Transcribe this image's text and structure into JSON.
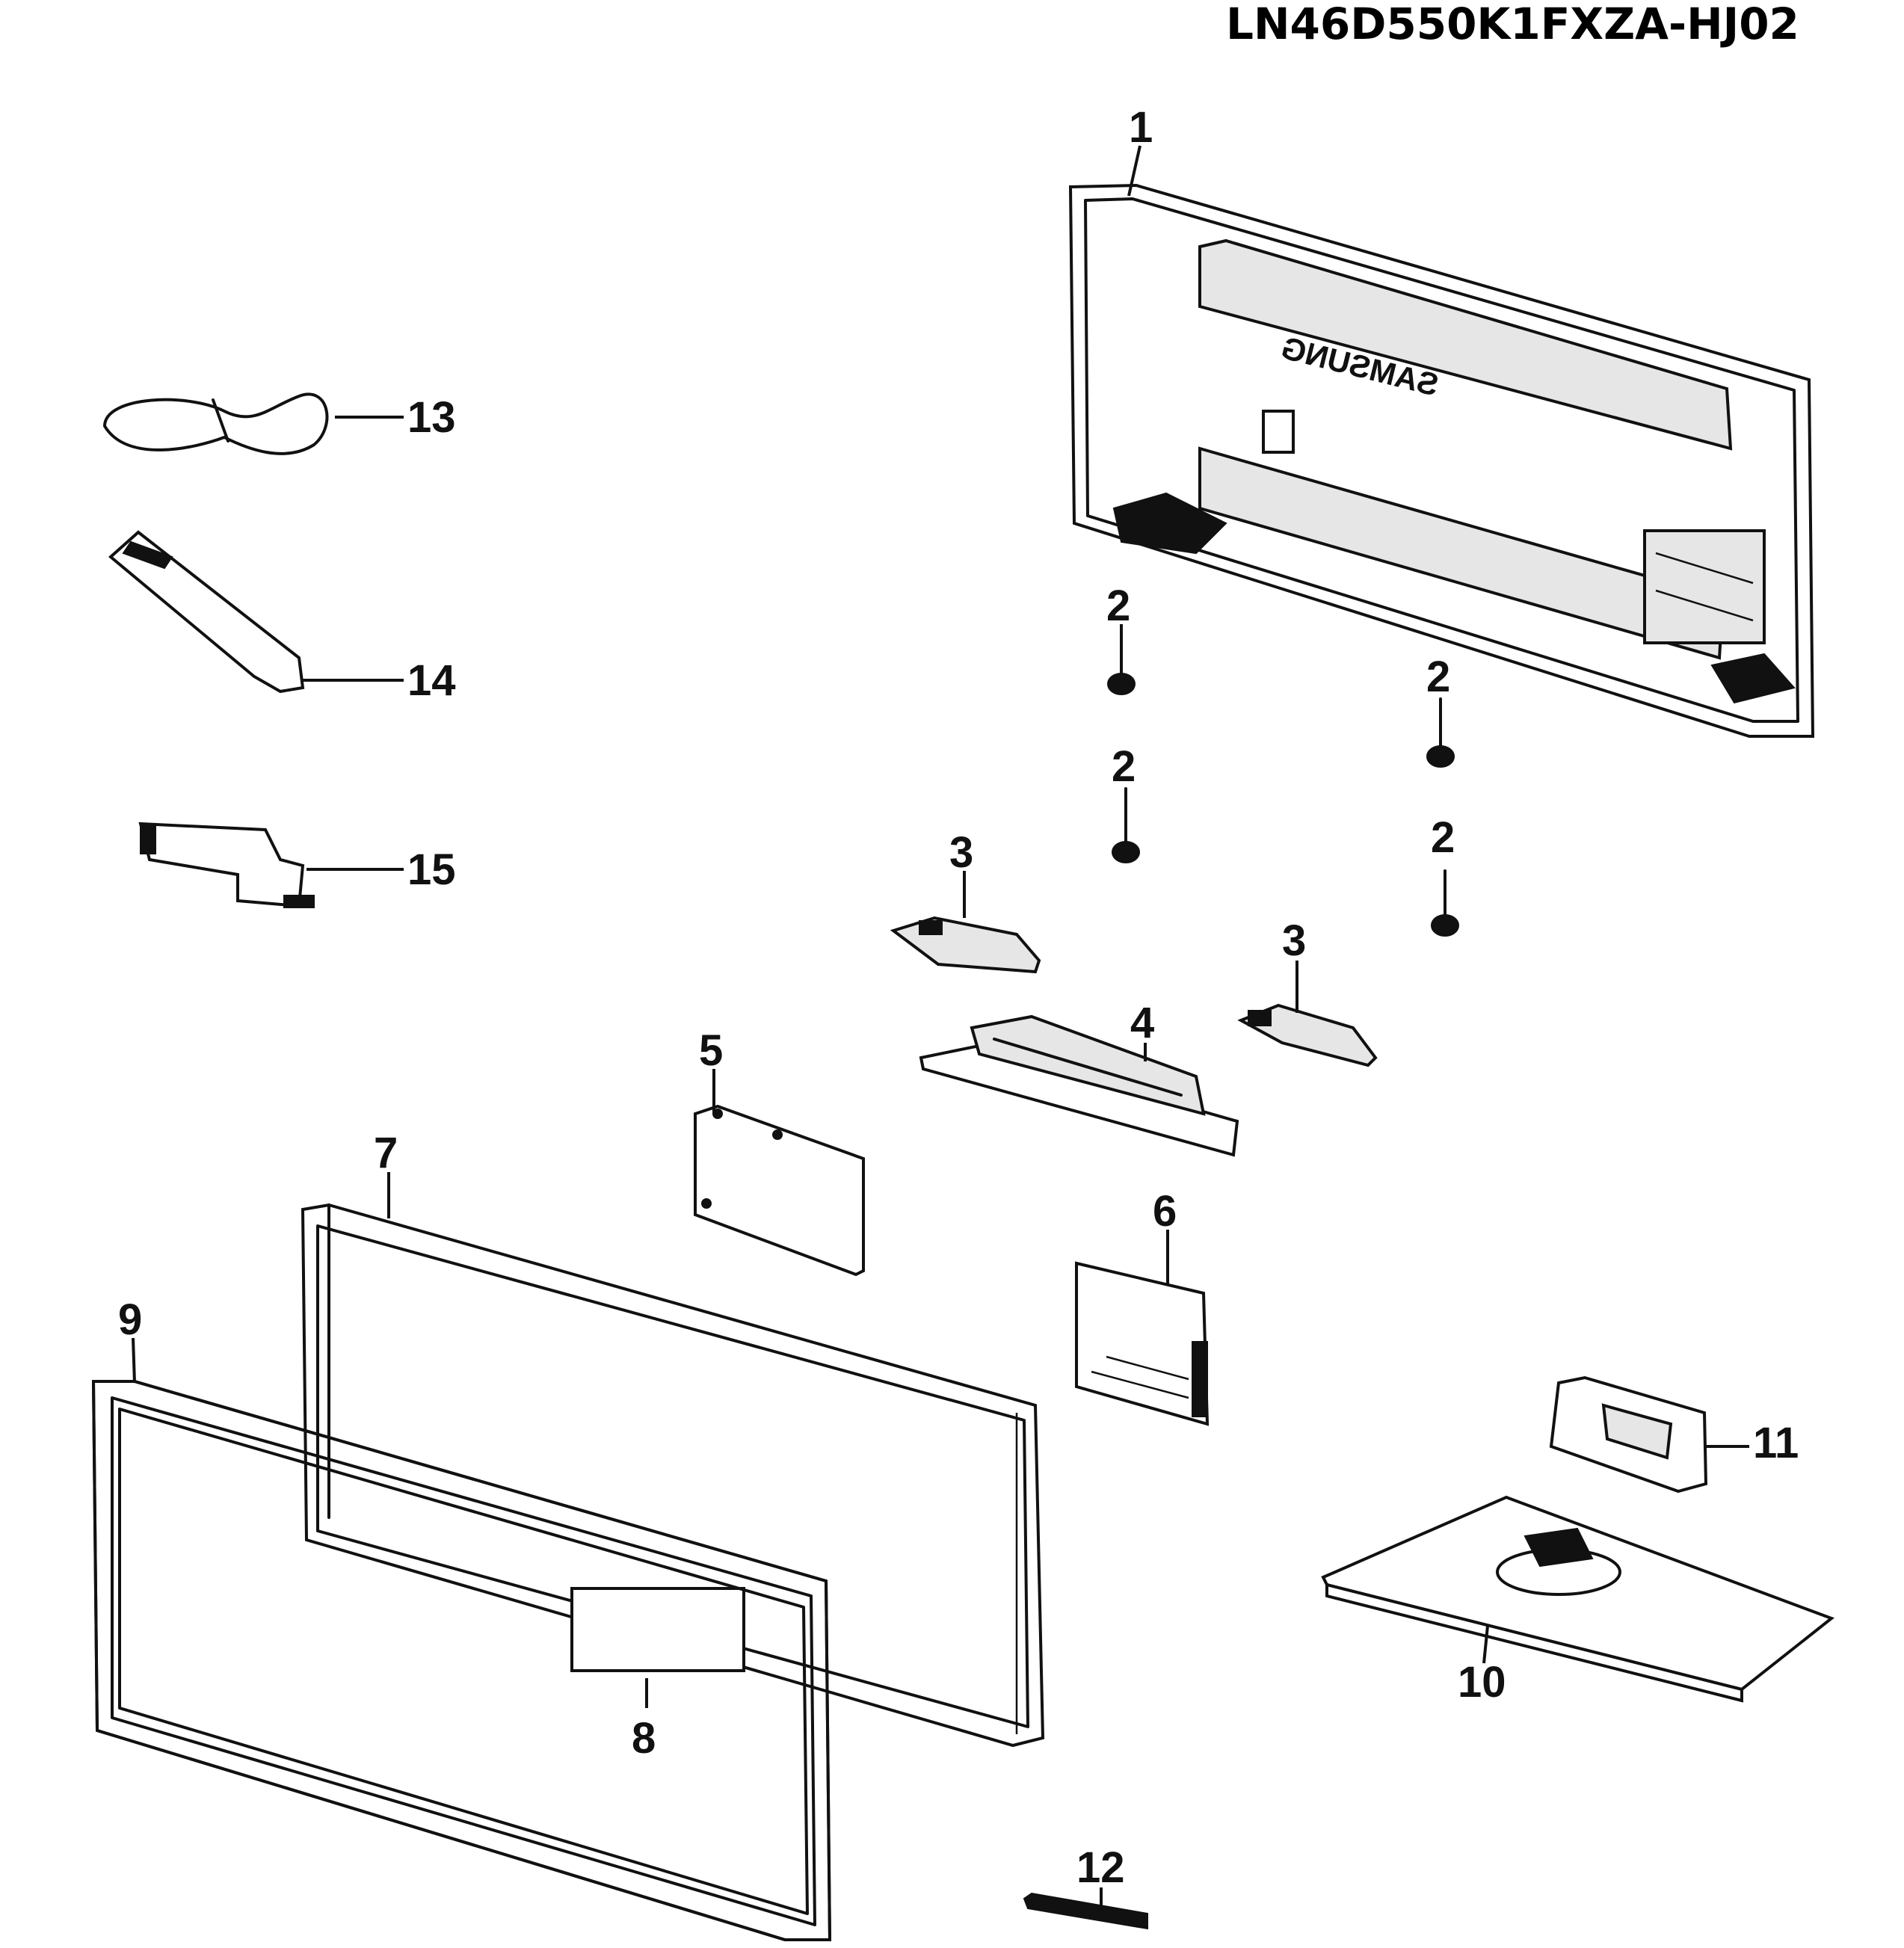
{
  "title": "LN46D550K1FXZA-HJ02",
  "back_cover_logo": "SAMSUNG",
  "callouts": [
    {
      "id": "1",
      "label": "1"
    },
    {
      "id": "2a",
      "label": "2"
    },
    {
      "id": "2b",
      "label": "2"
    },
    {
      "id": "2c",
      "label": "2"
    },
    {
      "id": "2d",
      "label": "2"
    },
    {
      "id": "3a",
      "label": "3"
    },
    {
      "id": "3b",
      "label": "3"
    },
    {
      "id": "4",
      "label": "4"
    },
    {
      "id": "5",
      "label": "5"
    },
    {
      "id": "6",
      "label": "6"
    },
    {
      "id": "7",
      "label": "7"
    },
    {
      "id": "8",
      "label": "8"
    },
    {
      "id": "9",
      "label": "9"
    },
    {
      "id": "10",
      "label": "10"
    },
    {
      "id": "11",
      "label": "11"
    },
    {
      "id": "12",
      "label": "12"
    },
    {
      "id": "13",
      "label": "13"
    },
    {
      "id": "14",
      "label": "14"
    },
    {
      "id": "15",
      "label": "15"
    }
  ]
}
